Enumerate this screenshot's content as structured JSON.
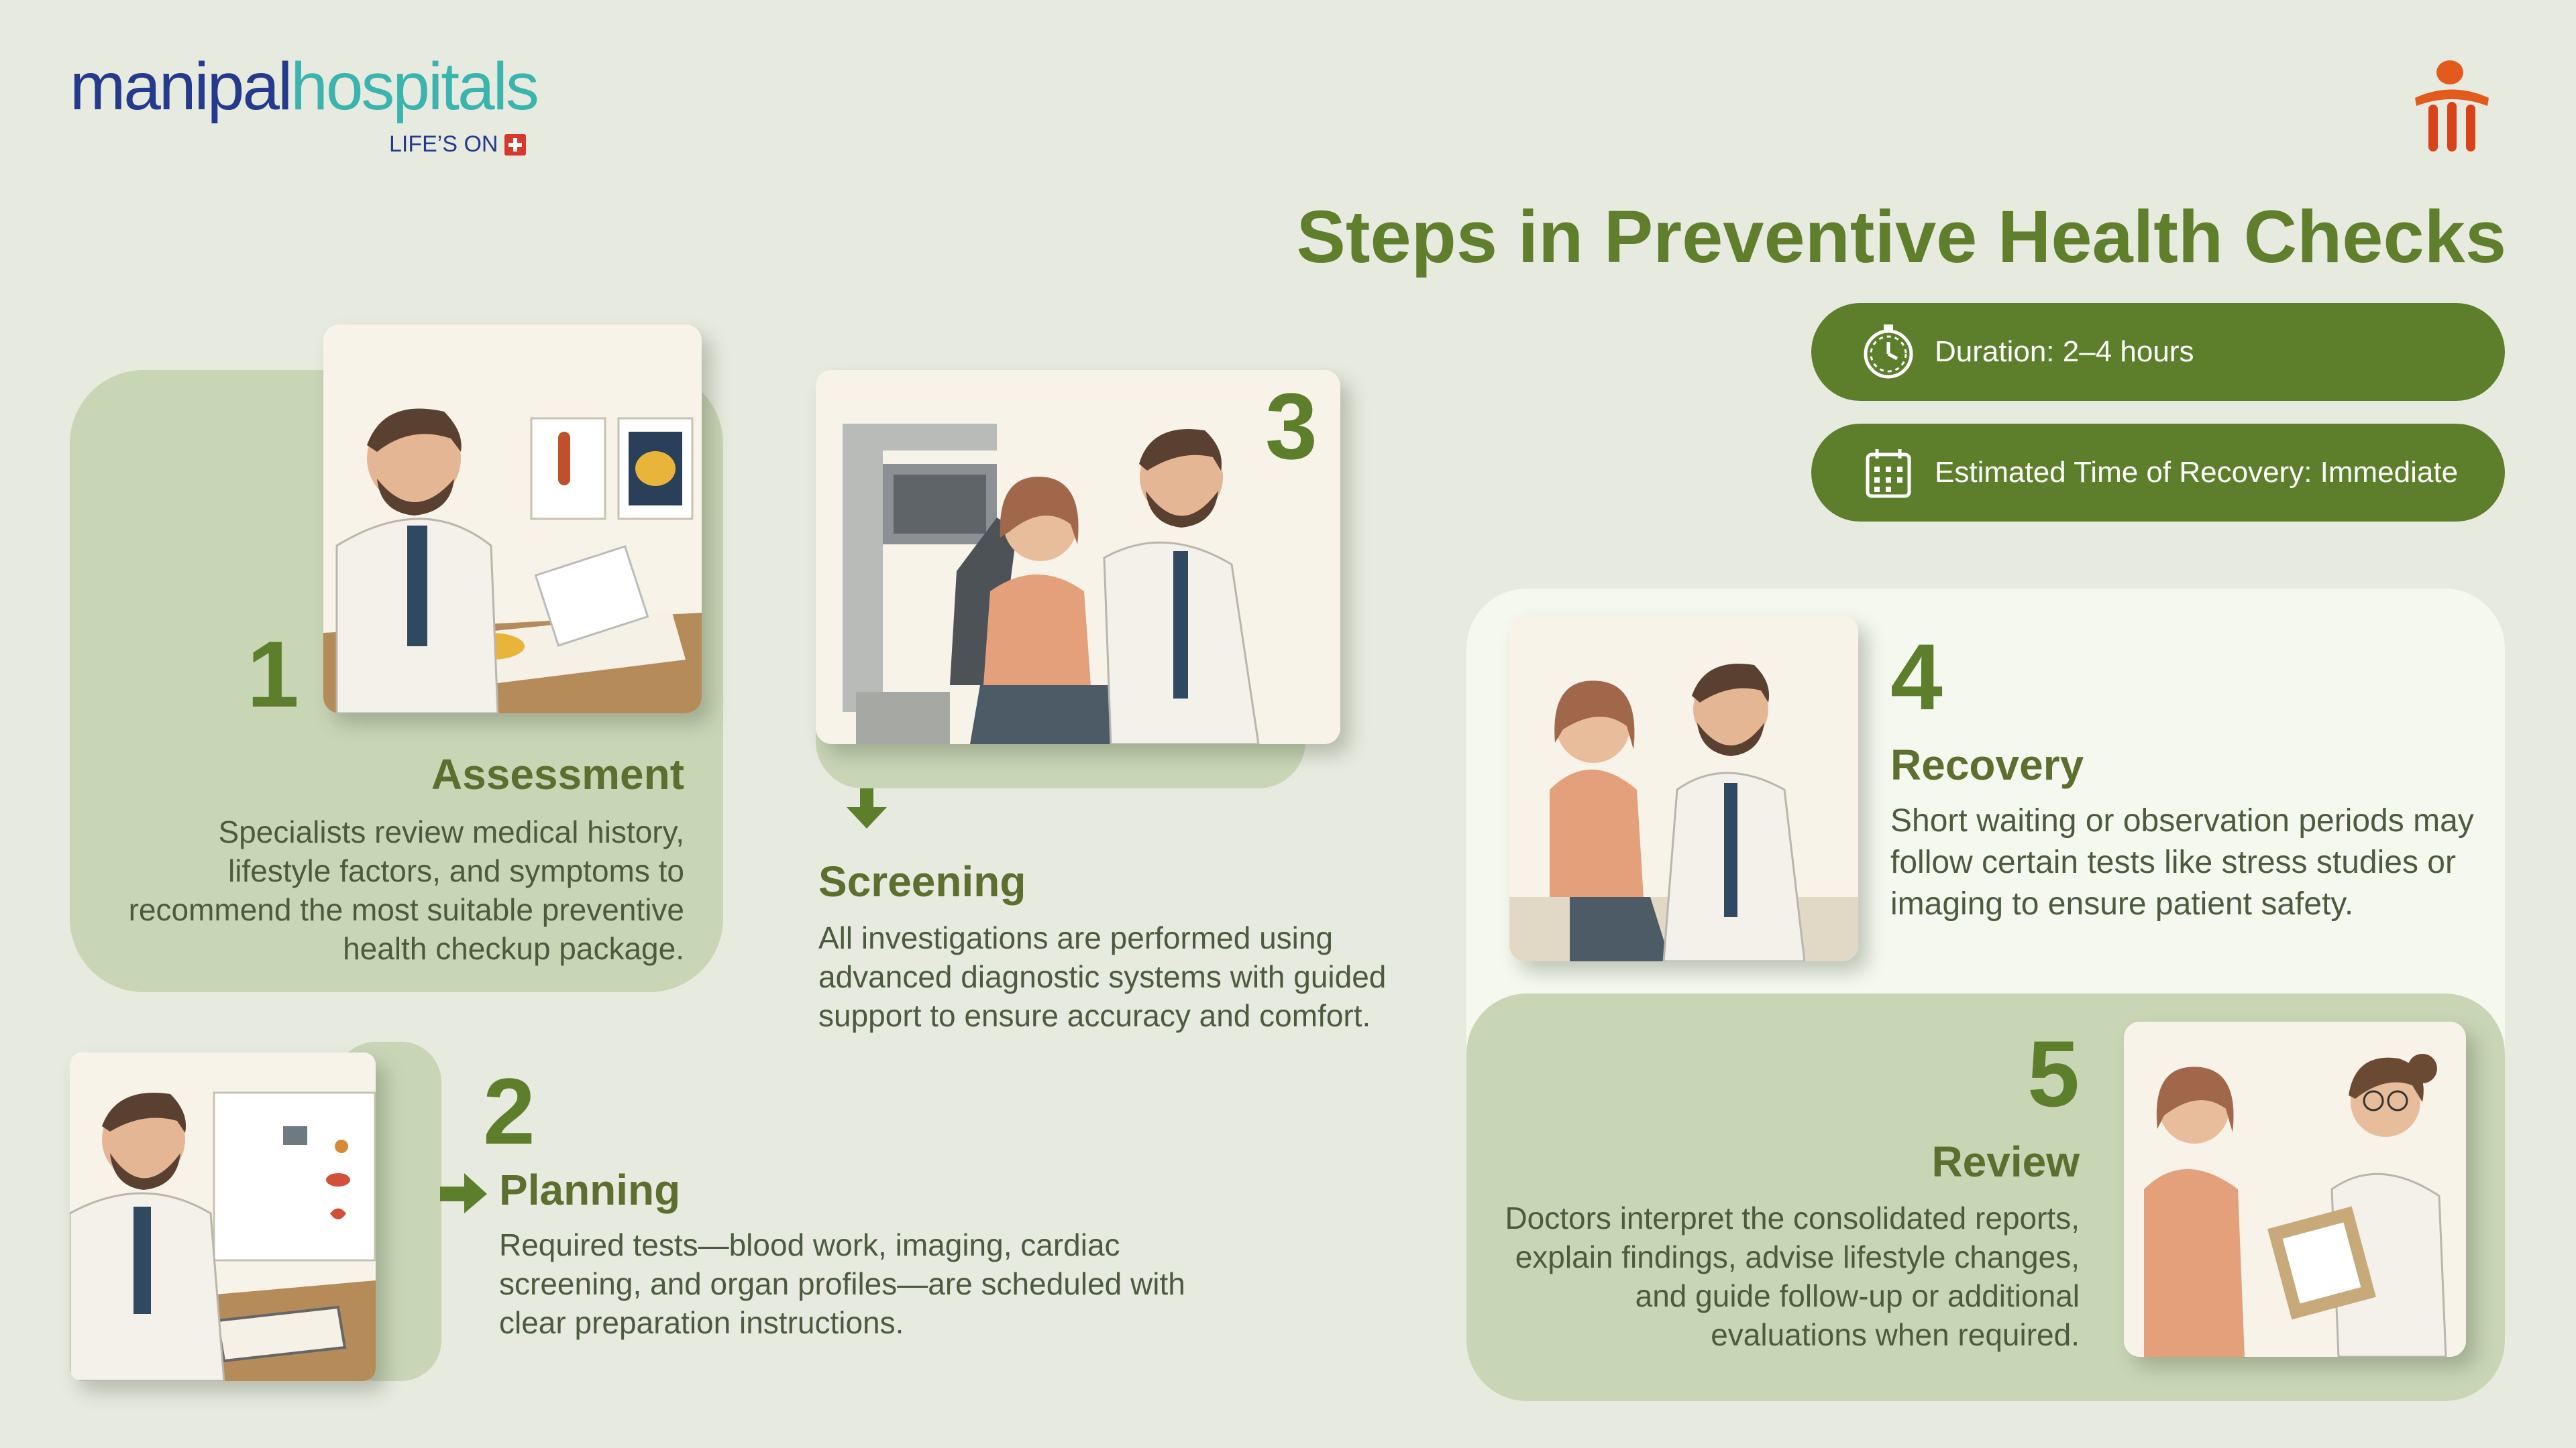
{
  "brand": {
    "name_part1": "manipal",
    "name_part2": "hospitals",
    "tagline": "LIFE’S ON"
  },
  "title": "Steps in Preventive Health Checks",
  "info_pills": [
    {
      "icon": "stopwatch-icon",
      "text": "Duration: 2–4 hours"
    },
    {
      "icon": "calendar-icon",
      "text": "Estimated Time of Recovery: Immediate"
    }
  ],
  "steps": [
    {
      "number": "1",
      "title": "Assessment",
      "text": "Specialists review medical history, lifestyle factors, and symptoms to recommend the most suitable preventive health checkup package."
    },
    {
      "number": "2",
      "title": "Planning",
      "text": "Required tests—blood work, imaging, cardiac screening, and organ profiles—are scheduled with clear preparation instructions."
    },
    {
      "number": "3",
      "title": "Screening",
      "text": "All investigations are performed using advanced diagnostic systems with guided support to ensure accuracy and comfort."
    },
    {
      "number": "4",
      "title": "Recovery",
      "text": "Short waiting or observation periods may follow certain tests like stress studies or imaging to ensure patient safety."
    },
    {
      "number": "5",
      "title": "Review",
      "text": "Doctors interpret the consolidated reports, explain findings, advise lifestyle changes, and guide follow-up or additional evaluations when required."
    }
  ],
  "colors": {
    "background": "#e7ebdf",
    "accent_green": "#5d7f2b",
    "panel_green": "#c8d6b6",
    "panel_light": "#f4f8ee",
    "brand_blue": "#243a8c",
    "brand_teal": "#3bb4b0"
  }
}
